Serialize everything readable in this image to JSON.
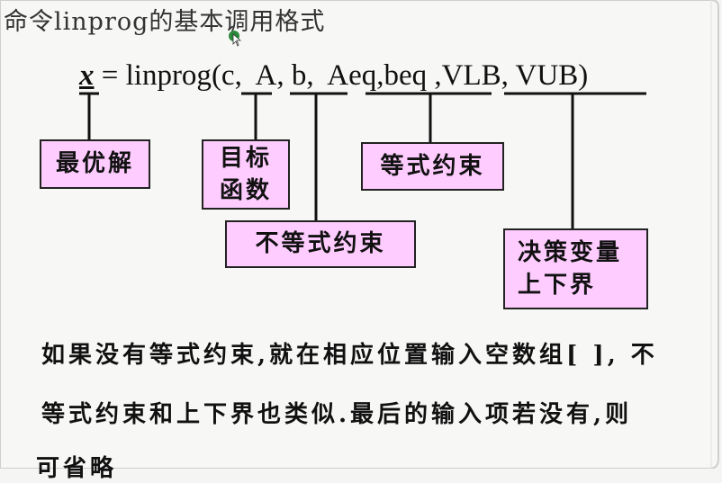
{
  "title": "命令linprog的基本调用格式",
  "formula": {
    "var": "x",
    "eq": " = linprog",
    "args": "(c,  A, b,  Aeq,beq ,VLB, VUB)"
  },
  "labels": {
    "optimal": "最优解",
    "objective_l1": "目标",
    "objective_l2": "函数",
    "equality": "等式约束",
    "inequality": "不等式约束",
    "bounds_l1": "决策变量",
    "bounds_l2": "上下界"
  },
  "notes": [
    "如果没有等式约束,就在相应位置输入空数组[ ], 不",
    "等式约束和上下界也类似.最后的输入项若没有,则",
    "可省略"
  ]
}
